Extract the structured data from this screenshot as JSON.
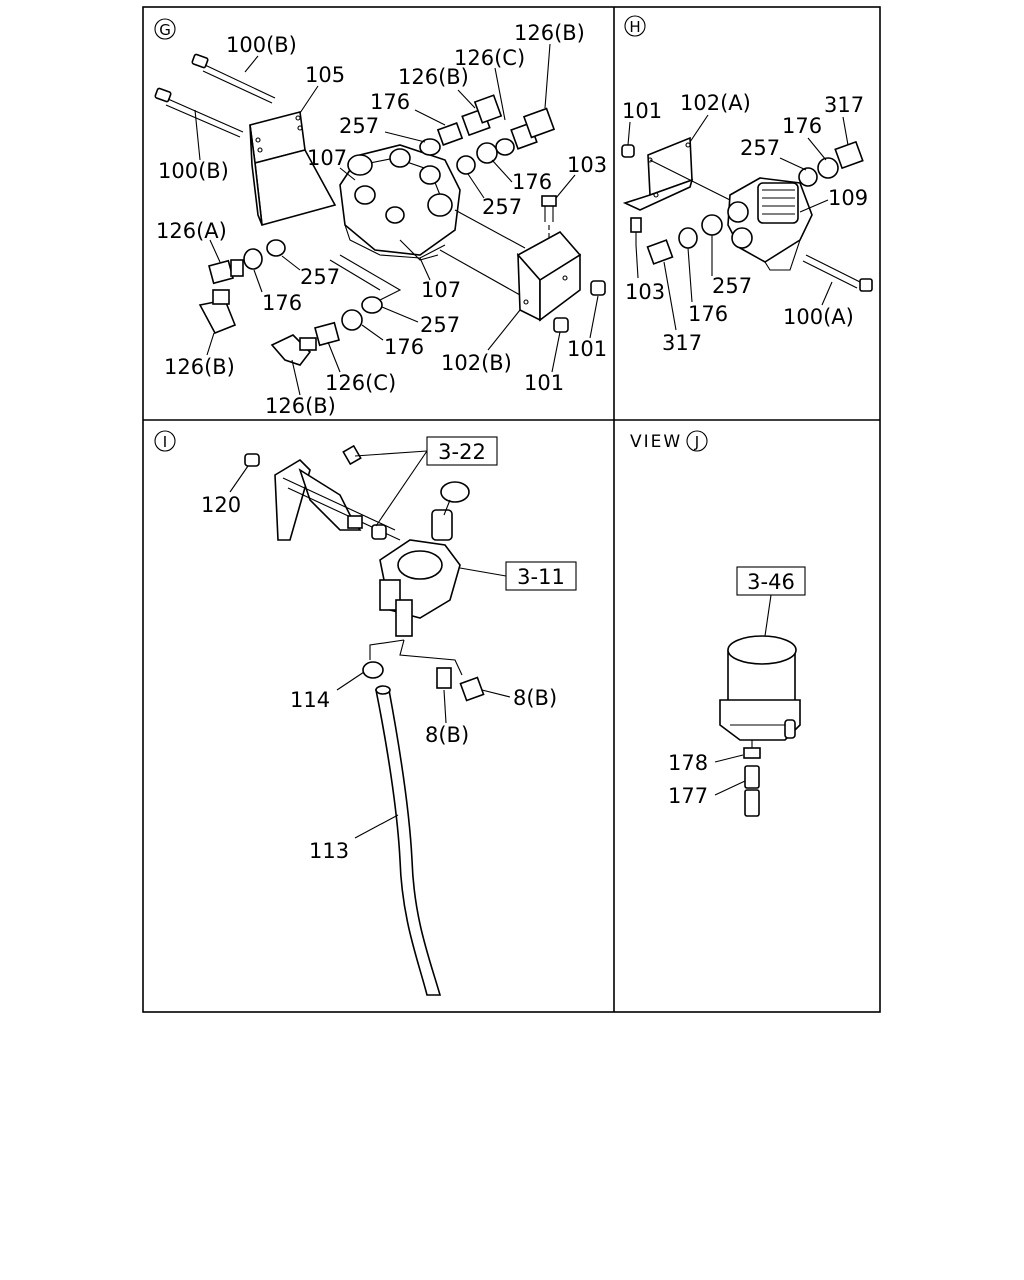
{
  "panels": {
    "G": {
      "letter": "G",
      "labels": [
        "100(B)",
        "126(B)",
        "126(C)",
        "105",
        "126(B)",
        "176",
        "257",
        "100(B)",
        "107",
        "176",
        "103",
        "257",
        "126(A)",
        "257",
        "176",
        "107",
        "257",
        "126(B)",
        "176",
        "102(B)",
        "101",
        "126(C)",
        "101",
        "126(B)"
      ]
    },
    "H": {
      "letter": "H",
      "labels": [
        "101",
        "102(A)",
        "317",
        "176",
        "257",
        "109",
        "103",
        "257",
        "176",
        "100(A)",
        "317"
      ]
    },
    "I": {
      "letter": "I",
      "refs": [
        "3-22",
        "3-11"
      ],
      "labels": [
        "120",
        "114",
        "8(B)",
        "8(B)",
        "113"
      ]
    },
    "J": {
      "view_prefix": "VIEW",
      "letter": "J",
      "refs": [
        "3-46"
      ],
      "labels": [
        "178",
        "177"
      ]
    }
  }
}
